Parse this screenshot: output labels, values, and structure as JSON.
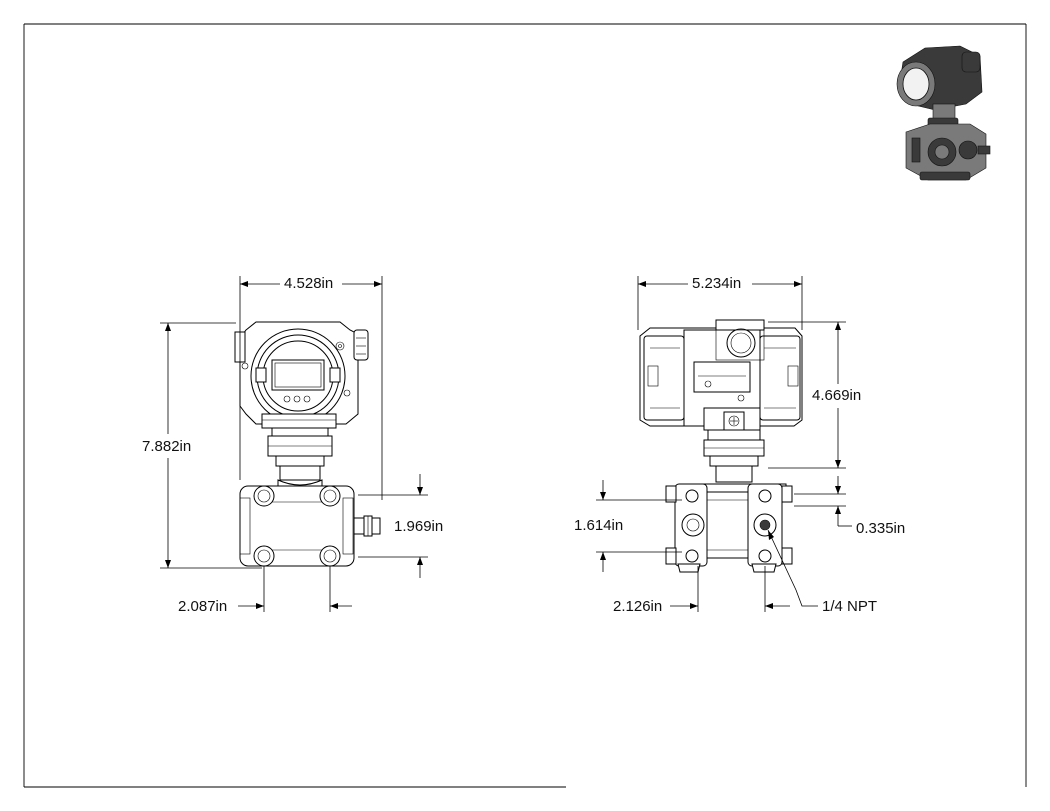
{
  "dimensions": {
    "front_width": "4.528in",
    "total_height": "7.882in",
    "flange_height": "1.969in",
    "bolt_spacing_front": "2.087in",
    "side_width": "5.234in",
    "housing_height": "4.669in",
    "flange_span": "1.614in",
    "offset": "0.335in",
    "bolt_spacing_side": "2.126in",
    "port_thread": "1/4 NPT"
  },
  "colors": {
    "line": "#000000",
    "render_dark": "#3a3a3a",
    "render_mid": "#7a7a7a",
    "background": "#ffffff"
  }
}
